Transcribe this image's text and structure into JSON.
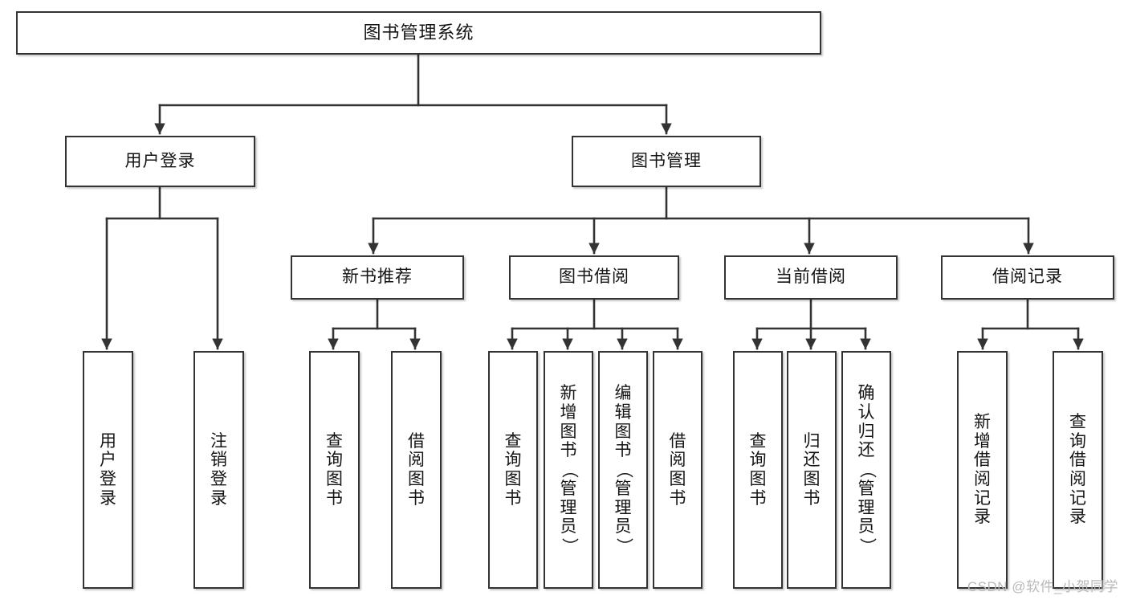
{
  "diagram": {
    "title": "图书管理系统",
    "type": "tree",
    "watermark": "CSDN @软件_小贺同学",
    "colors": {
      "box_border": "#333333",
      "box_fill": "#ffffff",
      "edge": "#333333",
      "text": "#141414",
      "watermark": "#b9b9b9"
    },
    "root": {
      "label": "图书管理系统"
    },
    "level1": [
      {
        "id": "user-login",
        "label": "用户登录"
      },
      {
        "id": "book-mgmt",
        "label": "图书管理"
      }
    ],
    "level2": [
      {
        "id": "new-book-rec",
        "label": "新书推荐",
        "parent": "book-mgmt"
      },
      {
        "id": "book-borrow",
        "label": "图书借阅",
        "parent": "book-mgmt"
      },
      {
        "id": "current-borrow",
        "label": "当前借阅",
        "parent": "book-mgmt"
      },
      {
        "id": "borrow-record",
        "label": "借阅记录",
        "parent": "book-mgmt"
      }
    ],
    "leaves": [
      {
        "id": "leaf-user-login",
        "parent": "user-login",
        "label": "用户登录",
        "chars": [
          "用",
          "户",
          "登",
          "录"
        ]
      },
      {
        "id": "leaf-user-logout",
        "parent": "user-login",
        "label": "注销登录",
        "chars": [
          "注",
          "销",
          "登",
          "录"
        ]
      },
      {
        "id": "leaf-query-book-1",
        "parent": "new-book-rec",
        "label": "查询图书",
        "chars": [
          "查",
          "询",
          "图",
          "书"
        ]
      },
      {
        "id": "leaf-borrow-book-1",
        "parent": "new-book-rec",
        "label": "借阅图书",
        "chars": [
          "借",
          "阅",
          "图",
          "书"
        ]
      },
      {
        "id": "leaf-query-book-2",
        "parent": "book-borrow",
        "label": "查询图书",
        "chars": [
          "查",
          "询",
          "图",
          "书"
        ]
      },
      {
        "id": "leaf-add-book",
        "parent": "book-borrow",
        "label": "新增图书（管理员）",
        "chars": [
          "新",
          "增",
          "图",
          "书",
          "（",
          "管",
          "理",
          "员",
          "）"
        ]
      },
      {
        "id": "leaf-edit-book",
        "parent": "book-borrow",
        "label": "编辑图书（管理员）",
        "chars": [
          "编",
          "辑",
          "图",
          "书",
          "（",
          "管",
          "理",
          "员",
          "）"
        ]
      },
      {
        "id": "leaf-borrow-book-2",
        "parent": "book-borrow",
        "label": "借阅图书",
        "chars": [
          "借",
          "阅",
          "图",
          "书"
        ]
      },
      {
        "id": "leaf-query-book-3",
        "parent": "current-borrow",
        "label": "查询图书",
        "chars": [
          "查",
          "询",
          "图",
          "书"
        ]
      },
      {
        "id": "leaf-return-book",
        "parent": "current-borrow",
        "label": "归还图书",
        "chars": [
          "归",
          "还",
          "图",
          "书"
        ]
      },
      {
        "id": "leaf-confirm-return",
        "parent": "current-borrow",
        "label": "确认归还（管理员）",
        "chars": [
          "确",
          "认",
          "归",
          "还",
          "（",
          "管",
          "理",
          "员",
          "）"
        ]
      },
      {
        "id": "leaf-add-record",
        "parent": "borrow-record",
        "label": "新增借阅记录",
        "chars": [
          "新",
          "增",
          "借",
          "阅",
          "记",
          "录"
        ]
      },
      {
        "id": "leaf-query-record",
        "parent": "borrow-record",
        "label": "查询借阅记录",
        "chars": [
          "查",
          "询",
          "借",
          "阅",
          "记",
          "录"
        ]
      }
    ]
  }
}
